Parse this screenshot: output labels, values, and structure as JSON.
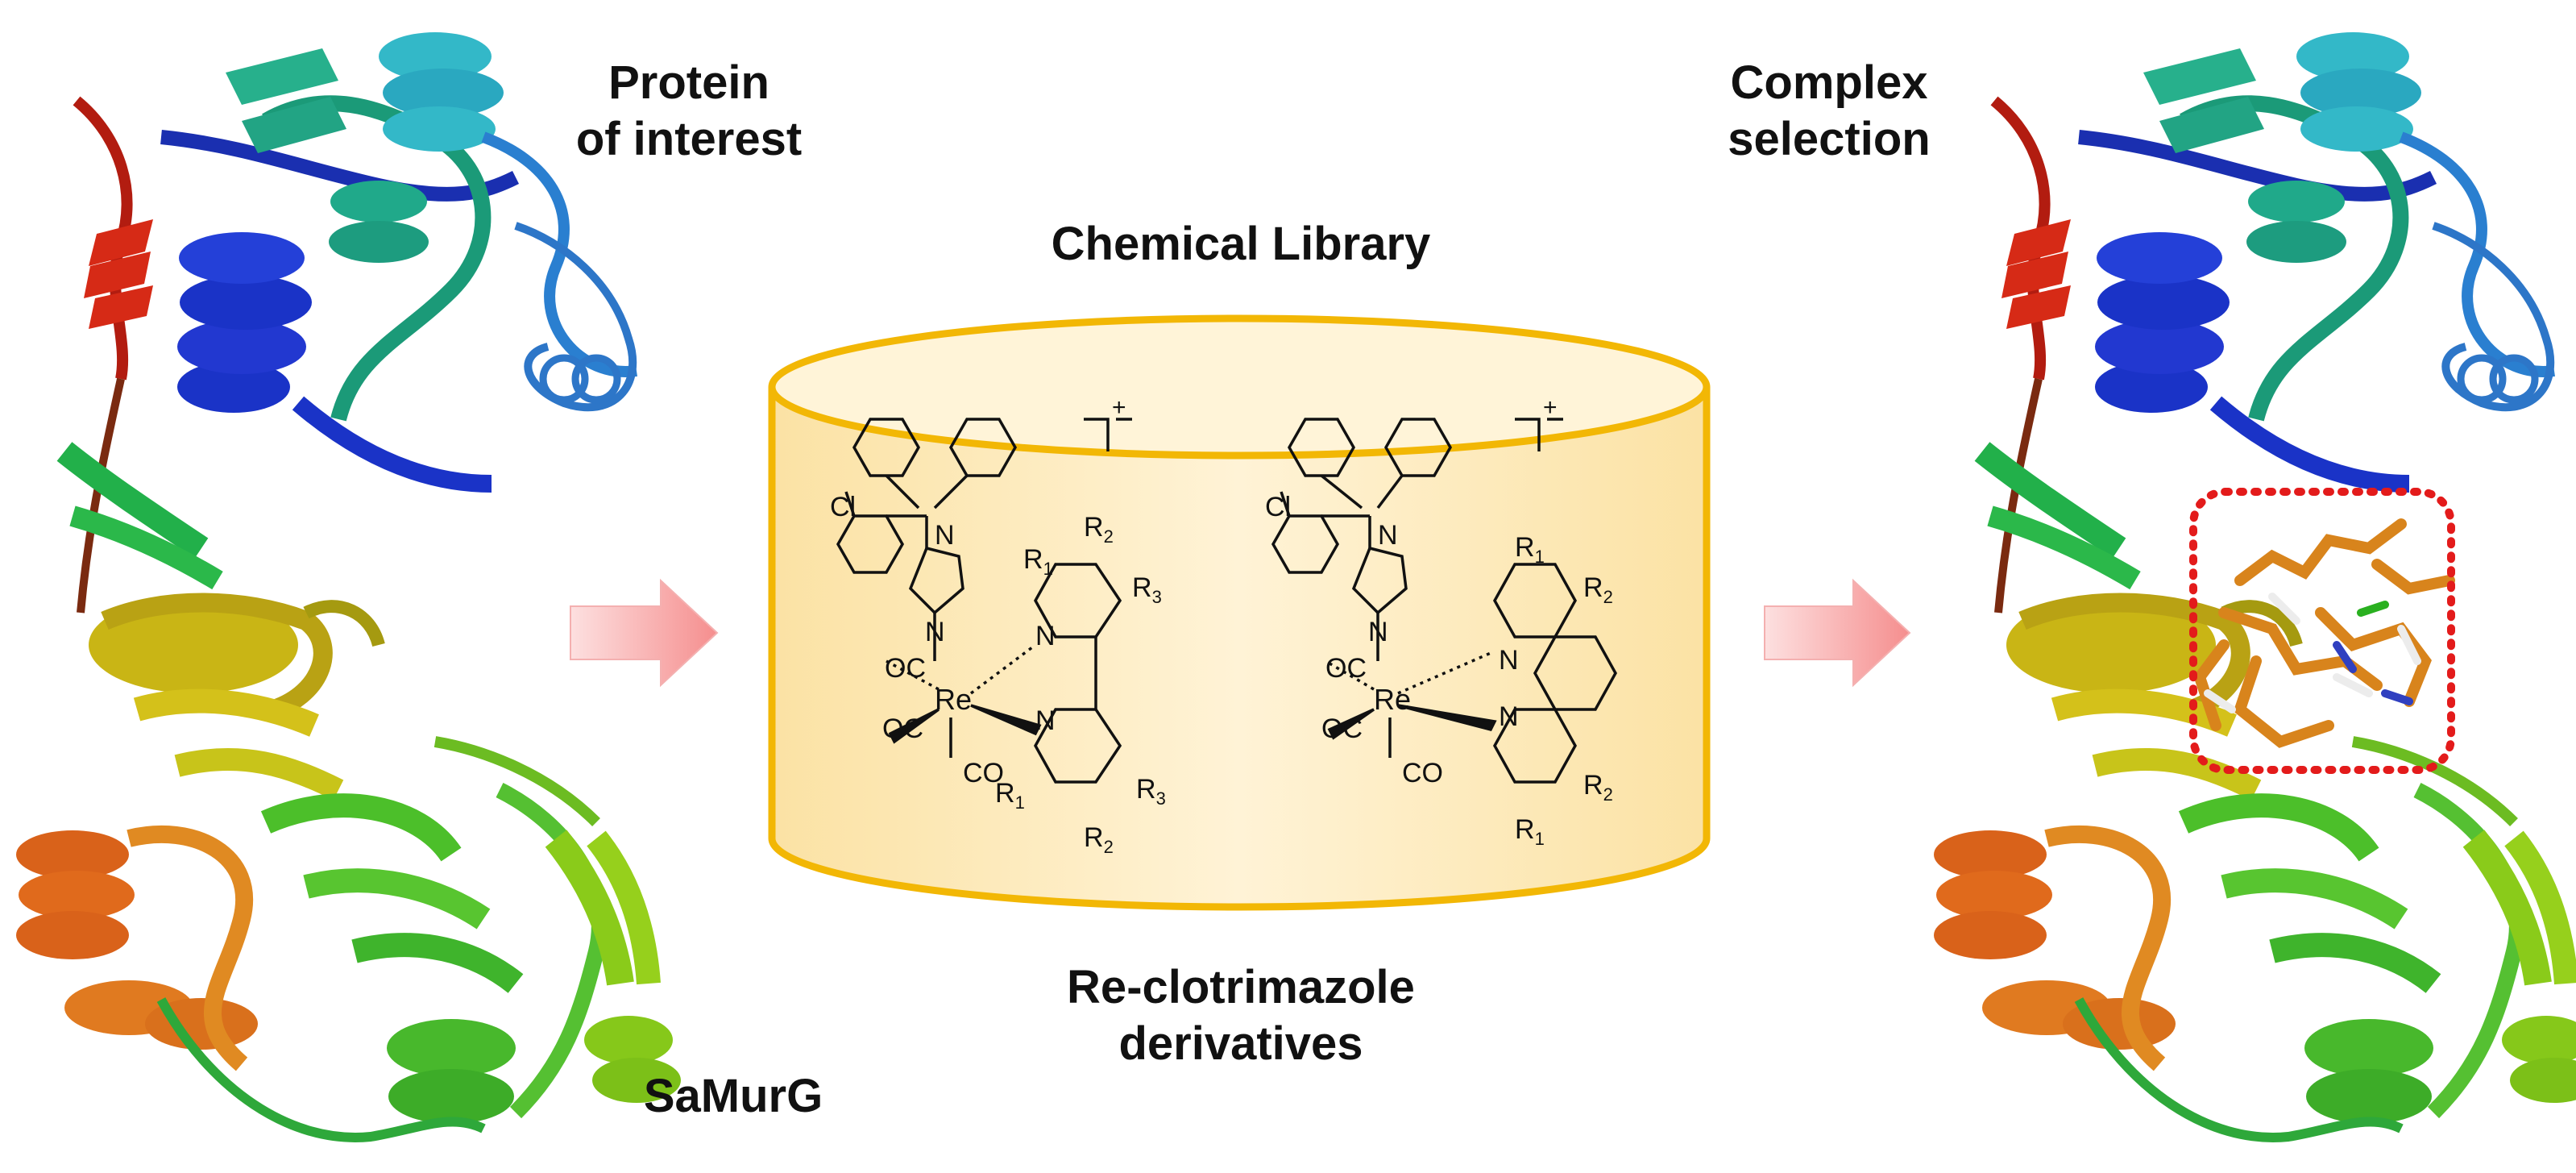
{
  "labels": {
    "protein_line1": "Protein",
    "protein_line2": "of interest",
    "library_title": "Chemical Library",
    "complex_line1": "Complex",
    "complex_line2": "selection",
    "derivatives_line1": "Re-clotrimazole",
    "derivatives_line2": "derivatives",
    "protein_name": "SaMurG"
  },
  "structure_a": {
    "charge": "+",
    "cl": "Cl",
    "n": "N",
    "re": "Re",
    "co": "CO",
    "oc": "OC",
    "r1": "R",
    "r2": "R",
    "r3": "R",
    "sub1": "1",
    "sub2": "2",
    "sub3": "3"
  },
  "structure_b": {
    "charge": "+",
    "cl": "Cl",
    "n": "N",
    "re": "Re",
    "co": "CO",
    "oc": "OC",
    "r1": "R",
    "r2": "R",
    "sub1": "1",
    "sub2": "2"
  },
  "colors": {
    "cylinder_fill": "#fde9b8",
    "cylinder_stroke": "#f2b705",
    "arrow": "#f9a7a7",
    "selection_box": "#e31b1b",
    "ligand": "#d8841c"
  },
  "icons": [
    "right-arrow-icon",
    "right-arrow-icon"
  ]
}
